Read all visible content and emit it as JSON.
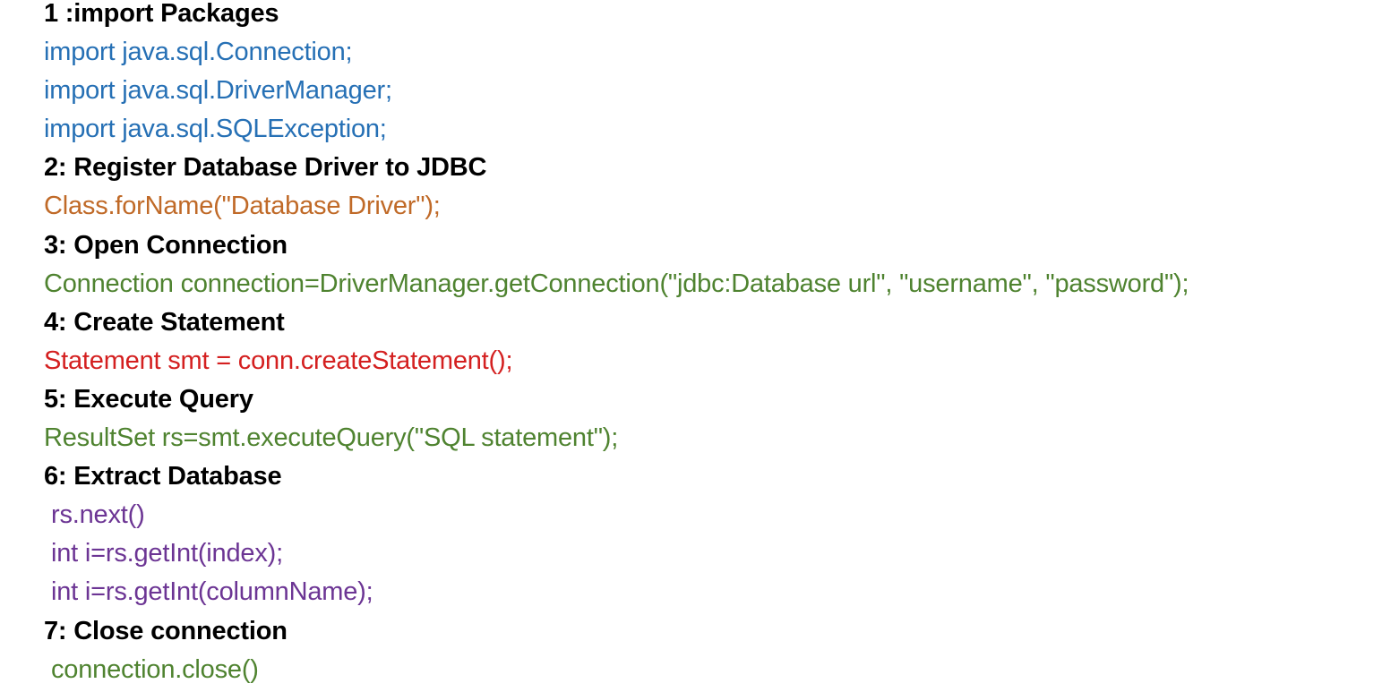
{
  "colors": {
    "heading": "#000000",
    "import": "#2670b5",
    "driver": "#c06a28",
    "connection": "#4f8330",
    "statement": "#d42020",
    "query": "#4f8330",
    "extract": "#6c3594",
    "close": "#4f8330"
  },
  "steps": [
    {
      "heading": "1 :import Packages",
      "code_color": "import",
      "code": [
        "import java.sql.Connection;",
        "import java.sql.DriverManager;",
        "import java.sql.SQLException;"
      ]
    },
    {
      "heading": "2: Register Database Driver to JDBC",
      "code_color": "driver",
      "code": [
        "Class.forName(\"Database Driver\");"
      ]
    },
    {
      "heading": "3: Open Connection",
      "code_color": "connection",
      "code": [
        "Connection connection=DriverManager.getConnection(\"jdbc:Database url\", \"username\", \"password\");"
      ]
    },
    {
      "heading": "4: Create Statement",
      "code_color": "statement",
      "code": [
        "Statement smt = conn.createStatement();"
      ]
    },
    {
      "heading": "5: Execute Query",
      "code_color": "query",
      "code": [
        "ResultSet rs=smt.executeQuery(\"SQL statement\");"
      ]
    },
    {
      "heading": "6: Extract Database",
      "code_color": "extract",
      "indent": true,
      "code": [
        "rs.next()",
        "int i=rs.getInt(index);",
        "int i=rs.getInt(columnName);"
      ]
    },
    {
      "heading": "7: Close connection",
      "code_color": "close",
      "indent": true,
      "code": [
        "connection.close()"
      ]
    }
  ]
}
